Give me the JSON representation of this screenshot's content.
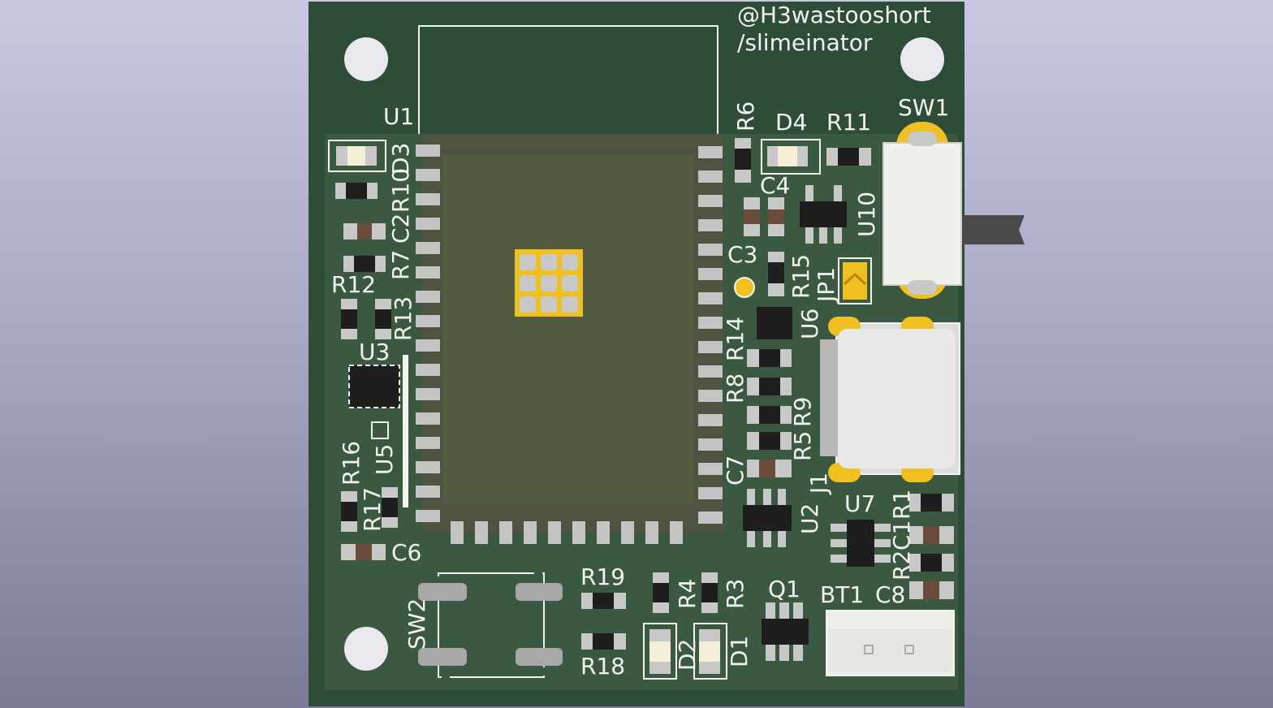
{
  "viewer": {
    "title": "3D PCB render"
  },
  "board": {
    "colors": {
      "soldermask": "#2f4f3a",
      "copper_fill": "#3d5a3e",
      "silkscreen": "#f2f2f2",
      "pad": "#c0c0c0",
      "gold": "#f0c020",
      "ic_body": "#1e1e1e"
    },
    "silkscreen_text": {
      "author_line1": "@H3wastooshort",
      "author_line2": "/slimeinator"
    }
  },
  "labels": {
    "U1": "U1",
    "D3": "D3",
    "R10": "R10",
    "C2": "C2",
    "R7": "R7",
    "R12": "R12",
    "R13": "R13",
    "U3": "U3",
    "U5": "U5",
    "R16": "R16",
    "R17": "R17",
    "C6": "C6",
    "SW2": "SW2",
    "R19": "R19",
    "R18": "R18",
    "R4": "R4",
    "R3": "R3",
    "D2": "D2",
    "D1": "D1",
    "Q1": "Q1",
    "BT1": "BT1",
    "C8": "C8",
    "R6": "R6",
    "D4": "D4",
    "R11": "R11",
    "SW1": "SW1",
    "C4": "C4",
    "U10": "U10",
    "C3": "C3",
    "R15": "R15",
    "JP1": "JP1",
    "U6": "U6",
    "R14": "R14",
    "R8": "R8",
    "R9": "R9",
    "R5": "R5",
    "J1": "J1",
    "C7": "C7",
    "U2": "U2",
    "U7": "U7",
    "R1": "R1",
    "C1": "C1",
    "R2": "R2"
  }
}
